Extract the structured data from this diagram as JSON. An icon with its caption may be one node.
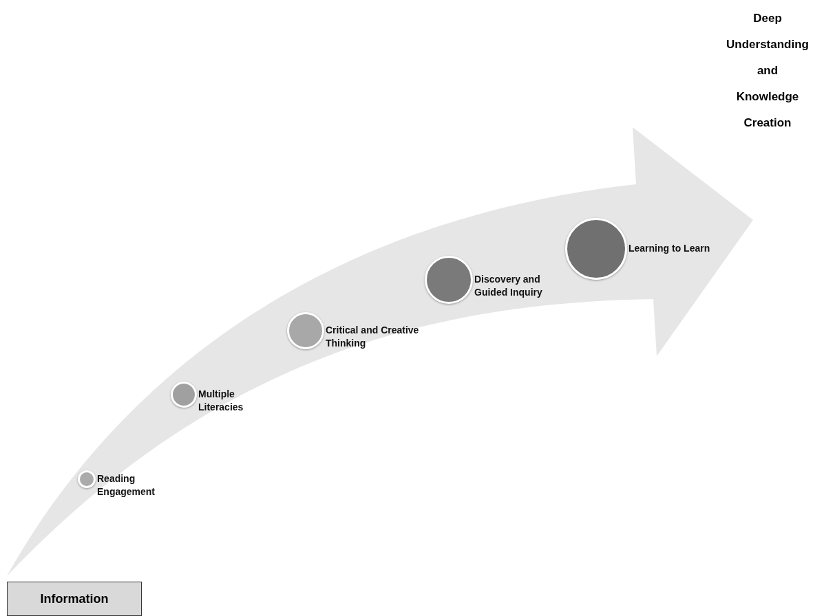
{
  "diagram": {
    "nodes": [
      {
        "text": [
          "Information"
        ]
      },
      {
        "text": [
          "Reading Engagement"
        ]
      },
      {
        "text": [
          "Multiple Literacies"
        ]
      },
      {
        "text": [
          "Critical and Creative Thinking"
        ]
      },
      {
        "text": [
          "Discovery and Guided Inquiry"
        ]
      },
      {
        "text": [
          "Learning to Learn"
        ]
      },
      {
        "text": [
          "Deep Understanding and Knowledge Creation"
        ]
      }
    ],
    "edges": [
      {
        "from": 0,
        "to": 6,
        "arrow": "to"
      }
    ]
  }
}
